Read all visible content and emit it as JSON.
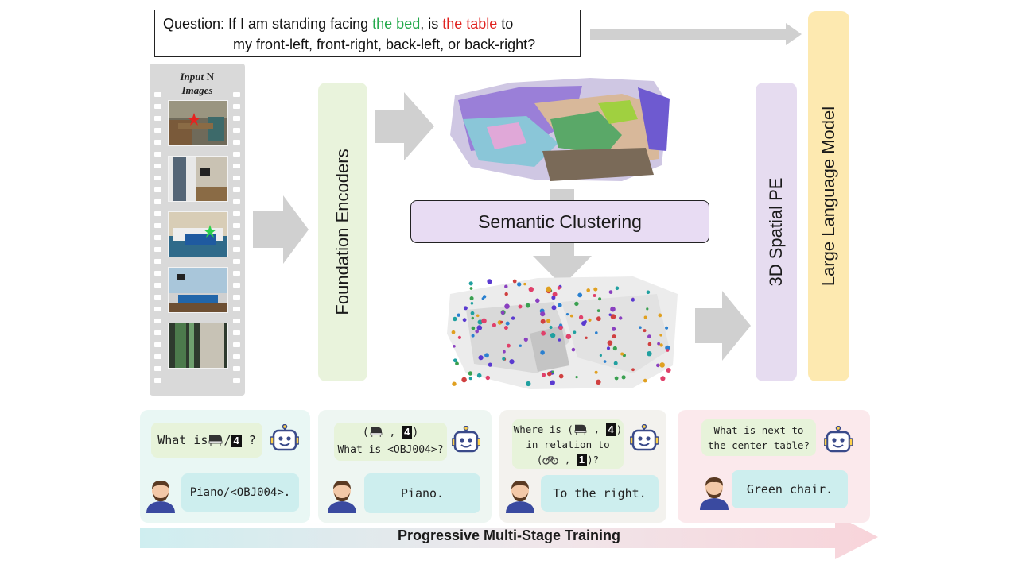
{
  "question": {
    "prefix": "Question: If I am standing facing ",
    "bed": "the bed",
    "mid": ", is ",
    "table": "the table",
    "suffix": " to",
    "line2": "my front-left, front-right, back-left, or back-right?"
  },
  "input": {
    "title_italic_1": "Input",
    "title_n": "N",
    "title_italic_2": "Images",
    "ellipsis": "..."
  },
  "labels": {
    "foundation_encoders": "Foundation Encoders",
    "semantic_clustering": "Semantic Clustering",
    "spatial_pe": "3D Spatial PE",
    "llm": "Large Language Model",
    "training": "Progressive Multi-Stage Training"
  },
  "stages": [
    {
      "question": "What is",
      "sep": "/",
      "badge": "4",
      "end": "?",
      "answer": "Piano/<OBJ004>."
    },
    {
      "q_line1_pre": "(",
      "q_line1_sep": ",",
      "badge": "4",
      "q_line1_end": ")",
      "q_line2": "What is <OBJ004>?",
      "answer": "Piano."
    },
    {
      "q_line1_pre": "Where is (",
      "q_line1_sep": ",",
      "badge": "4",
      "q_line1_end": ")",
      "q_line2": "in relation to",
      "q_line3_pre": "(",
      "q_line3_sep": ",",
      "badge2": "1",
      "q_line3_end": ")?",
      "answer": "To the right."
    },
    {
      "q_line1": "What is next to",
      "q_line2": "the center table?",
      "answer": "Green chair."
    }
  ],
  "colors": {
    "encoder_box": "#e9f3dc",
    "pe_box": "#e6dcf0",
    "llm_box": "#fde9b0",
    "cluster_box": "#e8dcf3",
    "answer_bubble": "#cdeeee",
    "question_bubble": "#e7f3da",
    "bed_text": "#22a84a",
    "table_text": "#e0221f"
  }
}
